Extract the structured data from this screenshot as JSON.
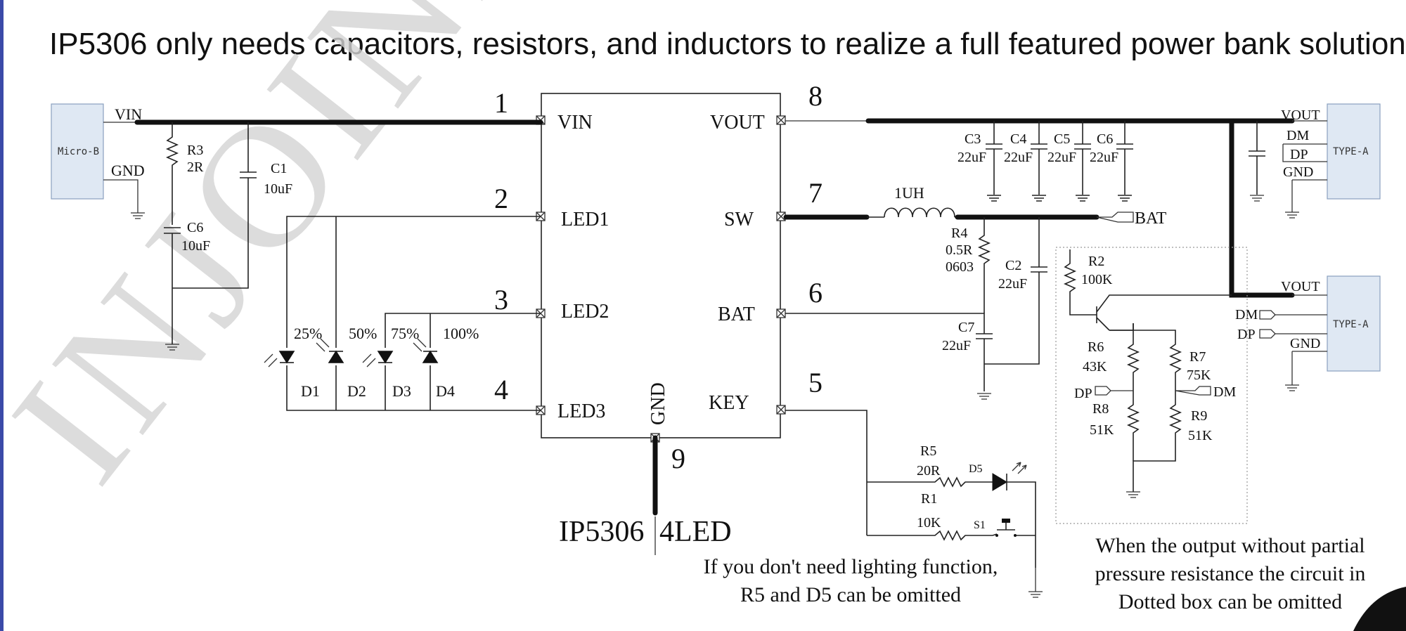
{
  "title": "IP5306 only needs capacitors, resistors, and inductors to realize a full featured power bank solution",
  "colors": {
    "accent_bar": "#3b4aa8",
    "connector_fill": "#dfe8f3",
    "watermark": "#d4d4d4"
  },
  "watermark": "INJOINIC",
  "chip": {
    "name": "IP5306",
    "variant": "4LED",
    "pins": {
      "p1": {
        "num": "1",
        "label": "VIN"
      },
      "p2": {
        "num": "2",
        "label": "LED1"
      },
      "p3": {
        "num": "3",
        "label": "LED2"
      },
      "p4": {
        "num": "4",
        "label": "LED3"
      },
      "p5": {
        "num": "5",
        "label": "KEY"
      },
      "p6": {
        "num": "6",
        "label": "BAT"
      },
      "p7": {
        "num": "7",
        "label": "SW"
      },
      "p8": {
        "num": "8",
        "label": "VOUT"
      },
      "p9": {
        "num": "9",
        "label": "GND"
      }
    }
  },
  "connectors": {
    "micro_b": {
      "label": "Micro-B",
      "vin": "VIN",
      "gnd": "GND"
    },
    "typea1": {
      "label": "TYPE-A",
      "vout": "VOUT",
      "dm": "DM",
      "dp": "DP",
      "gnd": "GND"
    },
    "typea2": {
      "label": "TYPE-A",
      "vout": "VOUT",
      "dm": "DM",
      "dp": "DP",
      "gnd": "GND"
    }
  },
  "components": {
    "r3": {
      "name": "R3",
      "value": "2R"
    },
    "c1": {
      "name": "C1",
      "value": "10uF"
    },
    "c6a": {
      "name": "C6",
      "value": "10uF"
    },
    "c3": {
      "name": "C3",
      "value": "22uF"
    },
    "c4": {
      "name": "C4",
      "value": "22uF"
    },
    "c5": {
      "name": "C5",
      "value": "22uF"
    },
    "c6b": {
      "name": "C6",
      "value": "22uF"
    },
    "l1": {
      "value": "1UH"
    },
    "r4": {
      "name": "R4",
      "value": "0.5R",
      "pkg": "0603"
    },
    "c2": {
      "name": "C2",
      "value": "22uF"
    },
    "c7": {
      "name": "C7",
      "value": "22uF"
    },
    "r2": {
      "name": "R2",
      "value": "100K"
    },
    "r6": {
      "name": "R6",
      "value": "43K"
    },
    "r7": {
      "name": "R7",
      "value": "75K"
    },
    "r8": {
      "name": "R8",
      "value": "51K"
    },
    "r9": {
      "name": "R9",
      "value": "51K"
    },
    "r5": {
      "name": "R5",
      "value": "20R"
    },
    "r1": {
      "name": "R1",
      "value": "10K"
    },
    "d5": {
      "name": "D5"
    },
    "s1": {
      "name": "S1"
    }
  },
  "leds": [
    {
      "name": "D1",
      "pct": "25%"
    },
    {
      "name": "D2",
      "pct": "50%"
    },
    {
      "name": "D3",
      "pct": "75%"
    },
    {
      "name": "D4",
      "pct": "100%"
    }
  ],
  "net_labels": {
    "bat": "BAT",
    "dp": "DP",
    "dm": "DM"
  },
  "notes": {
    "lighting": [
      "If you don't need lighting function,",
      "R5 and D5 can be omitted"
    ],
    "dotted": [
      "When the output without partial",
      "pressure resistance the circuit in",
      "Dotted box can be omitted"
    ]
  }
}
